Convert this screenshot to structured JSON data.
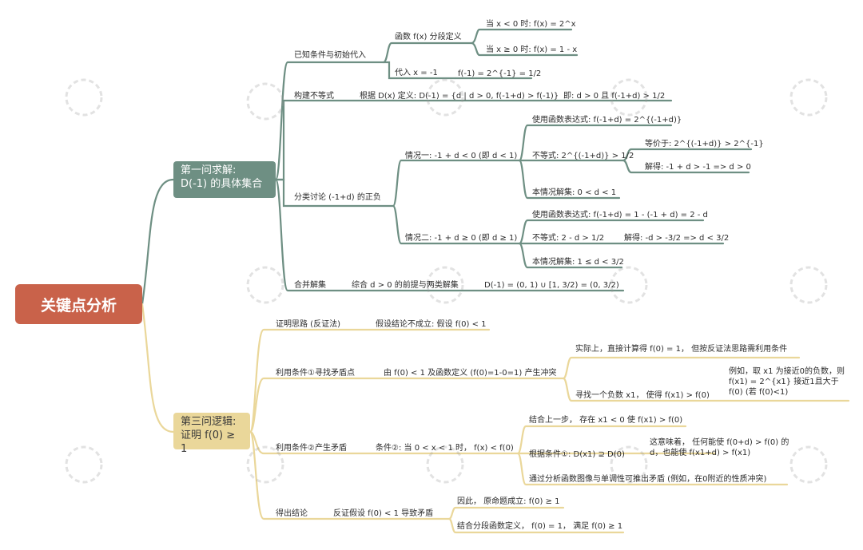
{
  "root": "关键点分析",
  "b1": {
    "title1": "第一问求解:",
    "title2": "D(-1) 的具体集合",
    "known": "已知条件与初始代入",
    "def_label": "函数 f(x) 分段定义",
    "case_neg": "当 x < 0 时: f(x) = 2^x",
    "case_pos": "当 x ≥ 0 时: f(x) = 1 - x",
    "subst": "代入 x = -1",
    "subst_val": "f(-1) = 2^{-1} = 1/2",
    "ineq": "构建不等式",
    "ineq_def": "根据 D(x) 定义: D(-1) = {d | d > 0, f(-1+d) > f(-1)}",
    "ineq_res": "即: d > 0 且 f(-1+d) > 1/2",
    "discuss": "分类讨论 (-1+d) 的正负",
    "c1": "情况一: -1 + d < 0 (即 d < 1)",
    "c1_expr": "使用函数表达式: f(-1+d) = 2^{(-1+d)}",
    "c1_ineq": "不等式: 2^{(-1+d)} > 1/2",
    "c1_equiv": "等价于: 2^{(-1+d)} > 2^{-1}",
    "c1_solve": "解得: -1 + d > -1 => d > 0",
    "c1_set": "本情况解集: 0 < d < 1",
    "c2": "情况二: -1 + d ≥ 0 (即 d ≥ 1)",
    "c2_expr": "使用函数表达式: f(-1+d) = 1 - (-1 + d) = 2 - d",
    "c2_ineq": "不等式: 2 - d > 1/2",
    "c2_solve": "解得: -d > -3/2 => d < 3/2",
    "c2_set": "本情况解集: 1 ≤ d < 3/2",
    "merge": "合并解集",
    "merge_note": "综合 d > 0 的前提与两类解集",
    "merge_res": "D(-1) = (0, 1) ∪ [1, 3/2) = (0, 3/2)"
  },
  "b2": {
    "title1": "第三问逻辑:",
    "title2": "证明 f(0) ≥ 1",
    "idea": "证明思路 (反证法)",
    "idea_note": "假设结论不成立: 假设 f(0) < 1",
    "use1": "利用条件①寻找矛盾点",
    "use1_note": "由 f(0) < 1 及函数定义 (f(0)=1-0=1) 产生冲突",
    "fact": "实际上，直接计算得 f(0) = 1， 但按反证法思路需利用条件",
    "find": "寻找一个负数 x1， 使得 f(x1) > f(0)",
    "example": "例如，取 x1 为接近0的负数，则 f(x1) = 2^{x1} 接近1且大于 f(0) (若 f(0)<1)",
    "use2": "利用条件②产生矛盾",
    "use2_note": "条件②: 当 0 < x < 1 时， f(x) < f(0)",
    "combine": "结合上一步， 存在 x1 < 0 使 f(x1) > f(0)",
    "cond1": "根据条件①: D(x1) ⊇ D(0)",
    "meaning": "这意味着， 任何能使 f(0+d) > f(0) 的 d，也能使 f(x1+d) > f(x1)",
    "analysis": "通过分析函数图像与单调性可推出矛盾 (例如，在0附近的性质冲突)",
    "concl": "得出结论",
    "concl_note": "反证假设 f(0) < 1 导致矛盾",
    "therefore": "因此， 原命题成立: f(0) ≥ 1",
    "final": "结合分段函数定义， f(0) = 1， 满足 f(0) ≥ 1"
  },
  "colors": {
    "root": "#c9624a",
    "branch1": "#6e8f83",
    "branch2": "#ead79a"
  }
}
